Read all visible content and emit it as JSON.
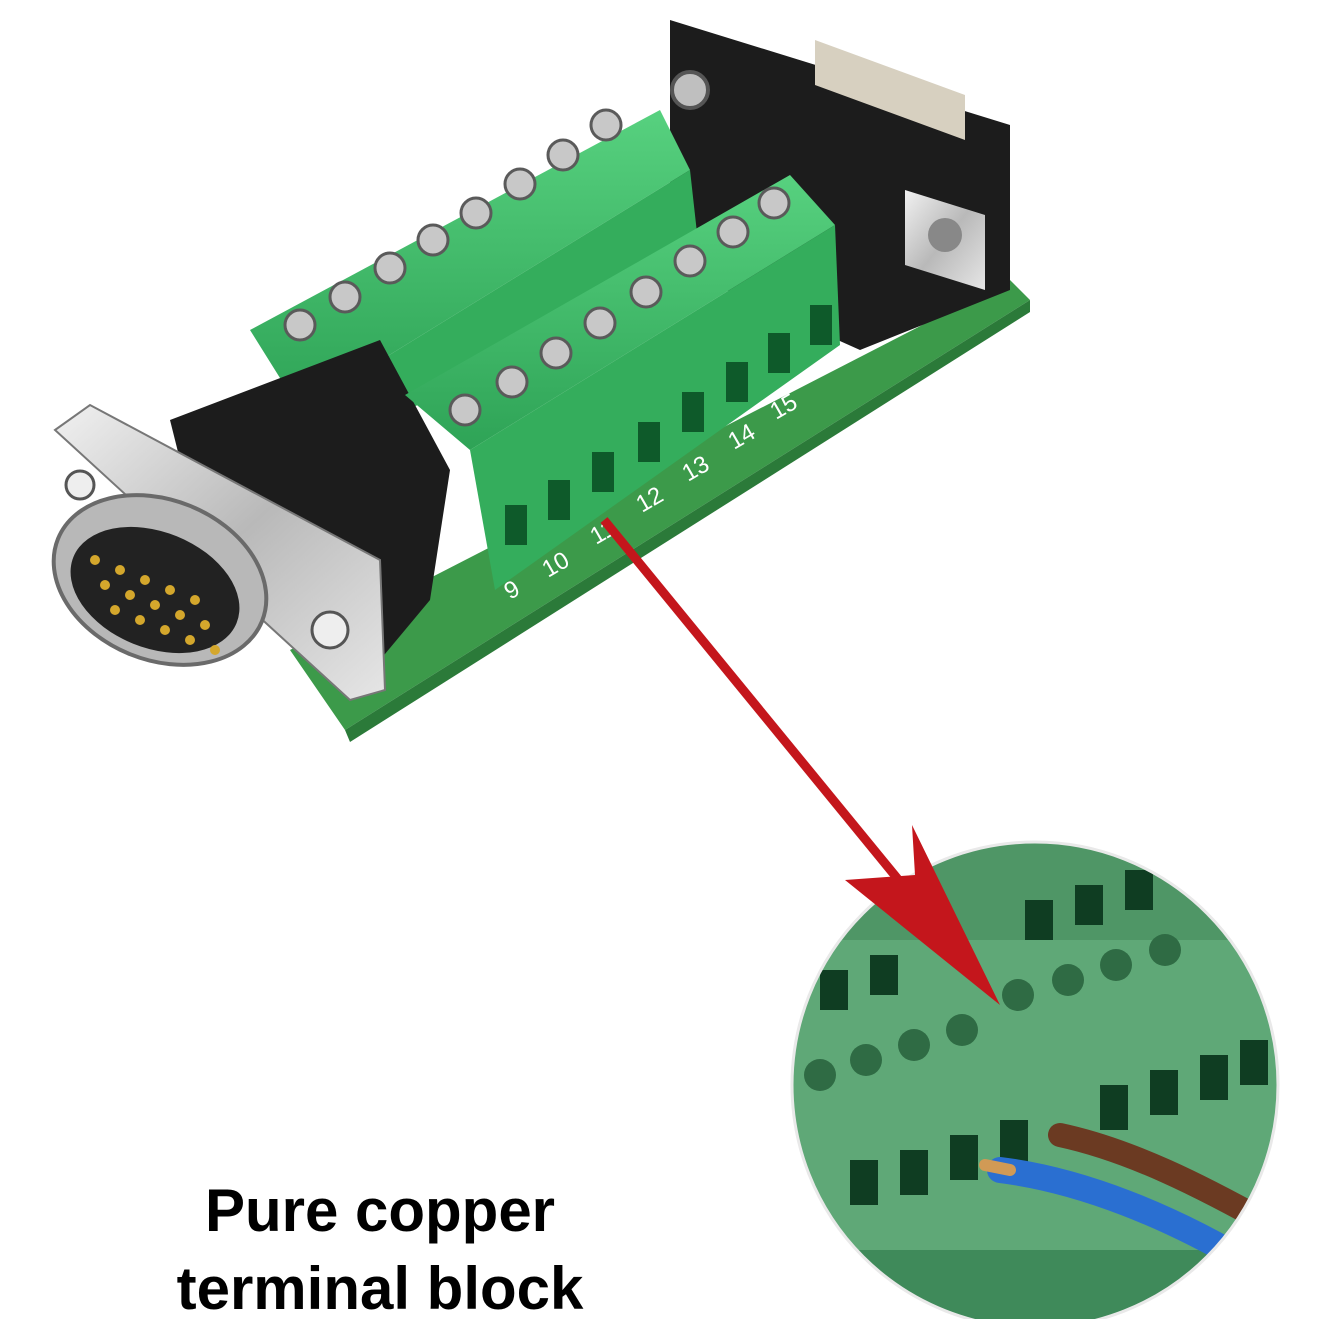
{
  "caption": {
    "line1": "Pure copper",
    "line2": "terminal block"
  },
  "pin_labels": [
    "9",
    "10",
    "11",
    "12",
    "13",
    "14",
    "15"
  ],
  "colors": {
    "terminal_green": "#3fbf6a",
    "pcb_green": "#3c9a4a",
    "connector_black": "#1c1c1c",
    "metal": "#cfcfcf",
    "arrow_red": "#c4161c",
    "wire_brown": "#6b3a22",
    "wire_blue": "#2a6fd1",
    "zoom_green": "#5fa877"
  }
}
